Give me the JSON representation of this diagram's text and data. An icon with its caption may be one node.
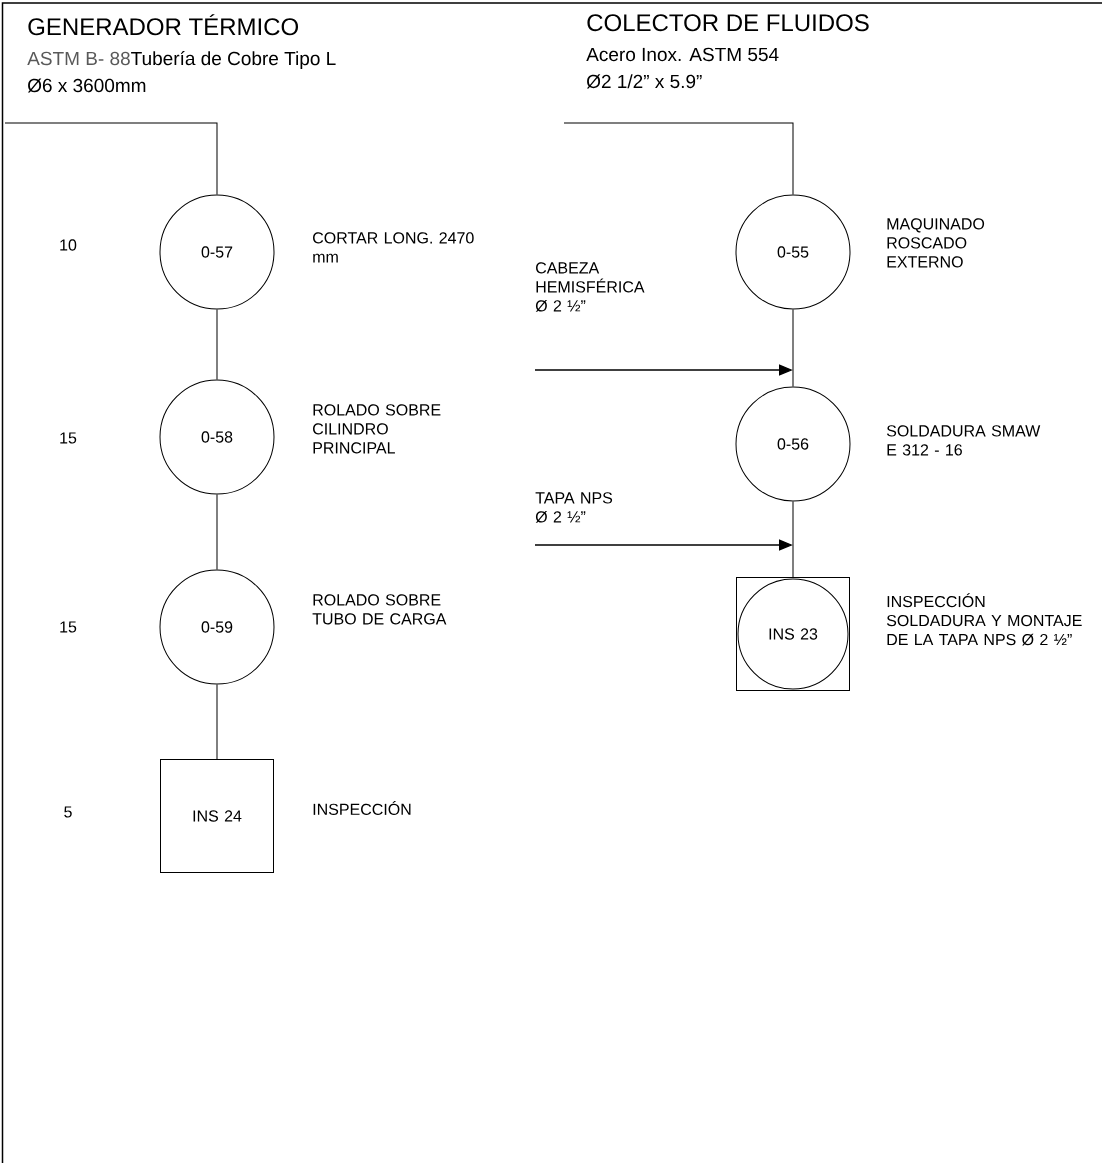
{
  "diagram": {
    "nodes": [
      {
        "text": [
          "GENERADOR TÉRMICO",
          "ASTM B- 88",
          "Tubería de Cobre Tipo L",
          "Ø6 x 3600mm"
        ]
      },
      {
        "text": [
          "COLECTOR DE FLUIDOS",
          "Acero Inox. ASTM 554",
          "Ø2 1/2” x 5.9”"
        ]
      },
      {
        "text": [
          "0-57"
        ],
        "beside": [
          "CORTAR LONG. 2470 mm"
        ]
      },
      {
        "text": [
          "0-58"
        ],
        "beside": [
          "ROLADO SOBRE CILINDRO PRINCIPAL"
        ]
      },
      {
        "text": [
          "0-59"
        ],
        "beside": [
          "ROLADO SOBRE TUBO DE CARGA"
        ]
      },
      {
        "text": [
          "INS 24"
        ],
        "beside": [
          "INSPECCIÓN"
        ]
      },
      {
        "text": [
          "0-55"
        ],
        "beside": [
          "MAQUINADO ROSCADO EXTERNO"
        ]
      },
      {
        "text": [
          "0-56"
        ],
        "beside": [
          "SOLDADURA SMAW E 312 - 16"
        ]
      },
      {
        "text": [
          "INS 23"
        ],
        "beside": [
          "INSPECCIÓN SOLDADURA Y MONTAJE DE LA TAPA NPS Ø 2 ½”"
        ]
      },
      {
        "text": [
          "CABEZA HEMISFÉRICA Ø 2 ½”"
        ]
      },
      {
        "text": [
          "TAPA NPS Ø 2 ½”"
        ]
      }
    ],
    "edges": [
      {
        "from": 0,
        "to": 2,
        "arrow": "none"
      },
      {
        "from": 2,
        "to": 3,
        "arrow": "none"
      },
      {
        "from": 3,
        "to": 4,
        "arrow": "none"
      },
      {
        "from": 4,
        "to": 5,
        "arrow": "none"
      },
      {
        "from": 1,
        "to": 6,
        "arrow": "none"
      },
      {
        "from": 6,
        "to": 7,
        "arrow": "none"
      },
      {
        "from": 7,
        "to": 8,
        "arrow": "none"
      },
      {
        "from": 9,
        "to": 7,
        "arrow": "to"
      },
      {
        "from": 10,
        "to": 8,
        "arrow": "to"
      }
    ],
    "labels": [
      "10",
      "15",
      "15",
      "5"
    ]
  }
}
